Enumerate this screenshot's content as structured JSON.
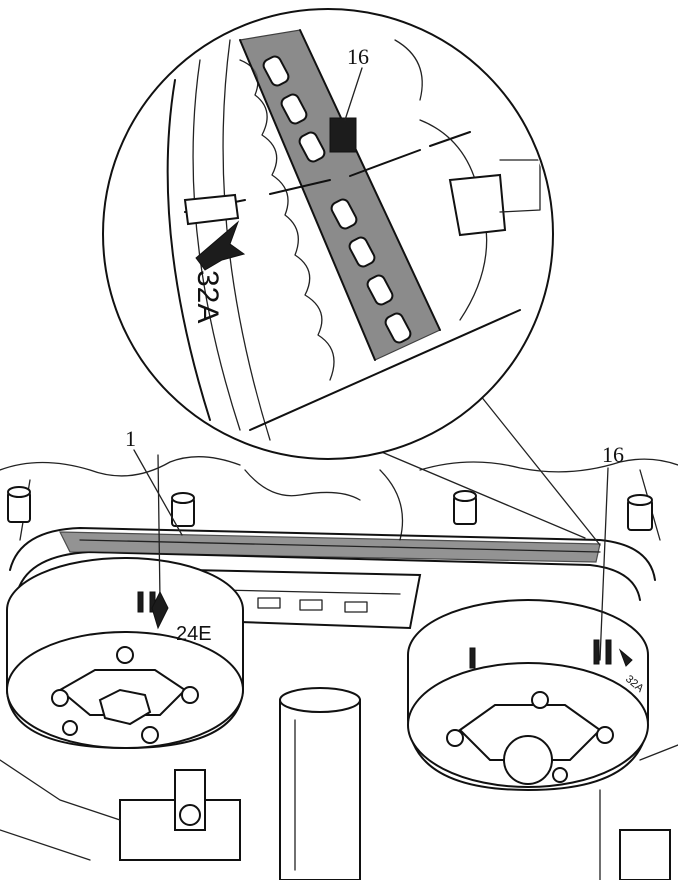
{
  "callouts": {
    "detail_part": "16",
    "detail_mark": "32A",
    "left_part": "1",
    "left_mark": "24E",
    "right_part": "16",
    "right_mark": "32A"
  }
}
